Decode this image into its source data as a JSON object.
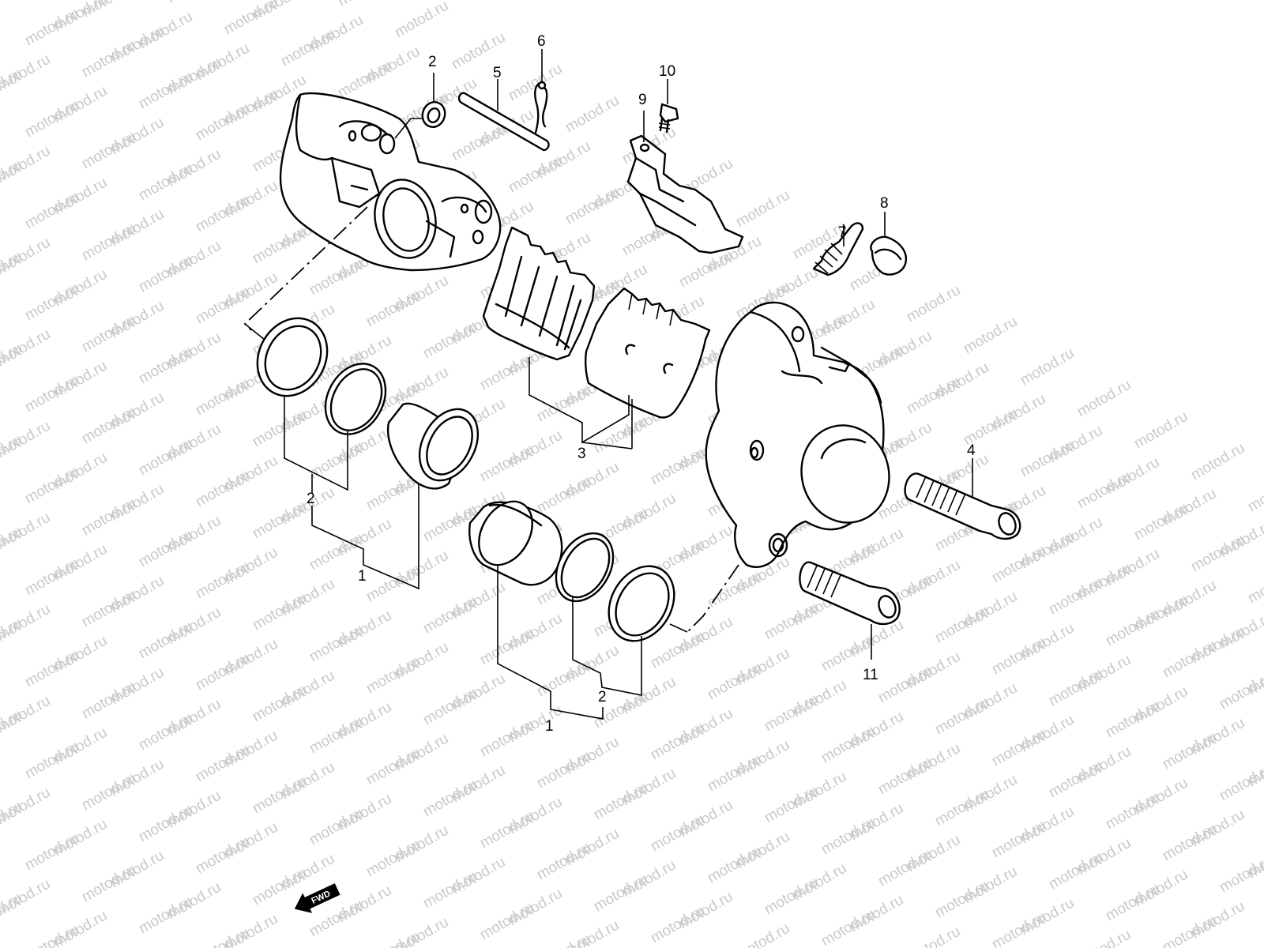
{
  "watermark": "motod.ru",
  "fwd_label": "FWD",
  "colors": {
    "line": "#000000",
    "watermark": "#c9c9c9",
    "background": "#ffffff"
  },
  "callouts": [
    {
      "id": "c2top",
      "text": "2"
    },
    {
      "id": "c5",
      "text": "5"
    },
    {
      "id": "c6",
      "text": "6"
    },
    {
      "id": "c10",
      "text": "10"
    },
    {
      "id": "c9",
      "text": "9"
    },
    {
      "id": "c8",
      "text": "8"
    },
    {
      "id": "c7",
      "text": "7"
    },
    {
      "id": "c3",
      "text": "3"
    },
    {
      "id": "c4",
      "text": "4"
    },
    {
      "id": "c2left",
      "text": "2"
    },
    {
      "id": "c1left",
      "text": "1"
    },
    {
      "id": "c11",
      "text": "11"
    },
    {
      "id": "c2right",
      "text": "2"
    },
    {
      "id": "c1right",
      "text": "1"
    }
  ]
}
